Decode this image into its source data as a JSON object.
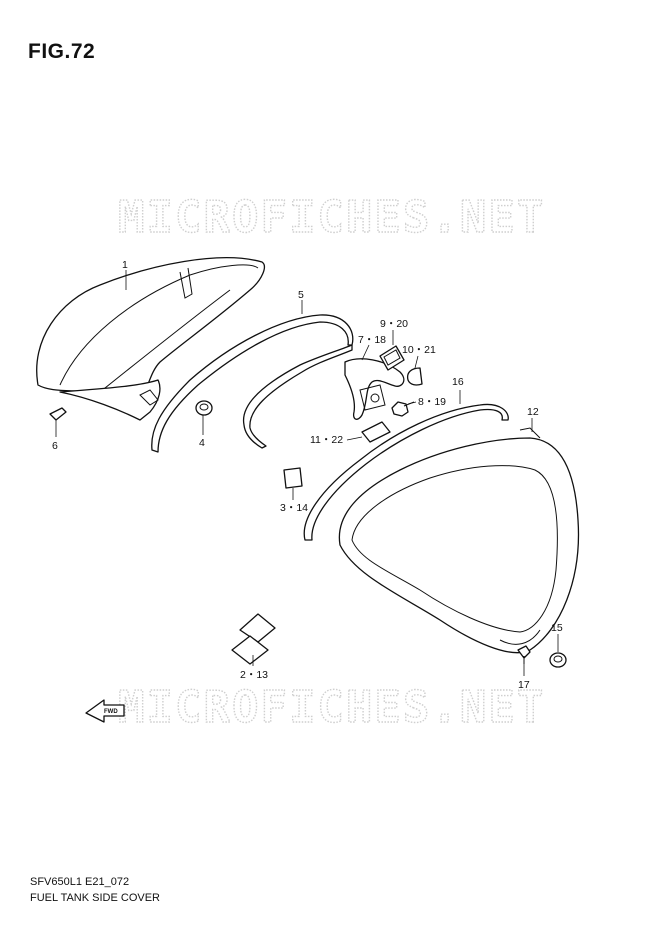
{
  "figure": {
    "title": "FIG.72",
    "model_code": "SFV650L1 E21_072",
    "section_name": "FUEL TANK SIDE COVER"
  },
  "watermark": {
    "text": "MICROFICHES.NET"
  },
  "fwd_label": "FWD",
  "callouts": [
    {
      "id": "c1",
      "text": "1"
    },
    {
      "id": "c5",
      "text": "5"
    },
    {
      "id": "c6",
      "text": "6"
    },
    {
      "id": "c4",
      "text": "4"
    },
    {
      "id": "c920",
      "text": "9・20"
    },
    {
      "id": "c718",
      "text": "7・18"
    },
    {
      "id": "c1021",
      "text": "10・21"
    },
    {
      "id": "c16",
      "text": "16"
    },
    {
      "id": "c12",
      "text": "12"
    },
    {
      "id": "c819",
      "text": "8・19"
    },
    {
      "id": "c1122",
      "text": "11・22"
    },
    {
      "id": "c314",
      "text": "3・14"
    },
    {
      "id": "c213",
      "text": "2・13"
    },
    {
      "id": "c15",
      "text": "15"
    },
    {
      "id": "c17",
      "text": "17"
    }
  ],
  "colors": {
    "line": "#111111",
    "watermark": "#cfcfcf",
    "background": "#ffffff"
  }
}
